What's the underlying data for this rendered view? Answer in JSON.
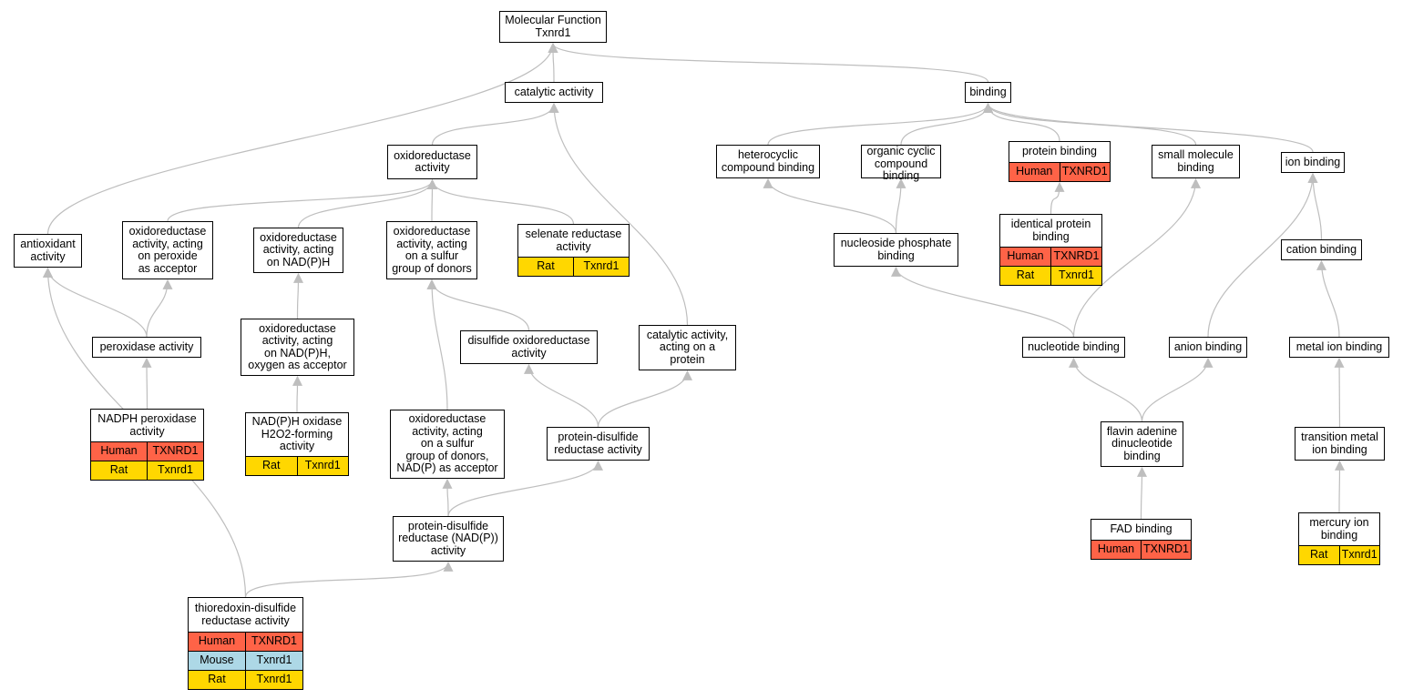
{
  "colors": {
    "Human": "#FF6347",
    "Mouse": "#ADD8E6",
    "Rat": "#FFD700",
    "edge": "#BEBEBE"
  },
  "nodes": [
    {
      "id": "mf",
      "label": "Molecular Function\nTxnrd1",
      "rows": []
    },
    {
      "id": "catalytic",
      "label": "catalytic activity",
      "rows": []
    },
    {
      "id": "binding",
      "label": "binding",
      "rows": []
    },
    {
      "id": "oxidoreductase",
      "label": "oxidoreductase\nactivity",
      "rows": []
    },
    {
      "id": "antioxidant",
      "label": "antioxidant\nactivity",
      "rows": []
    },
    {
      "id": "oxperoxide",
      "label": "oxidoreductase\nactivity, acting\non peroxide\nas acceptor",
      "rows": []
    },
    {
      "id": "oxnadph",
      "label": "oxidoreductase\nactivity, acting\non NAD(P)H",
      "rows": []
    },
    {
      "id": "oxsulfur",
      "label": "oxidoreductase\nactivity, acting\non a sulfur\ngroup of donors",
      "rows": []
    },
    {
      "id": "selenate",
      "label": "selenate reductase\nactivity",
      "rows": [
        [
          "Rat",
          "Txnrd1"
        ]
      ]
    },
    {
      "id": "peroxidase",
      "label": "peroxidase activity",
      "rows": []
    },
    {
      "id": "oxnadphoxy",
      "label": "oxidoreductase\nactivity, acting\non NAD(P)H,\noxygen as acceptor",
      "rows": []
    },
    {
      "id": "disulfideox",
      "label": "disulfide oxidoreductase\nactivity",
      "rows": []
    },
    {
      "id": "catprotein",
      "label": "catalytic activity,\nacting on a\nprotein",
      "rows": []
    },
    {
      "id": "nadphperox",
      "label": "NADPH peroxidase\nactivity",
      "rows": [
        [
          "Human",
          "TXNRD1"
        ],
        [
          "Rat",
          "Txnrd1"
        ]
      ]
    },
    {
      "id": "nadphoxidase",
      "label": "NAD(P)H oxidase\nH2O2-forming\nactivity",
      "rows": [
        [
          "Rat",
          "Txnrd1"
        ]
      ]
    },
    {
      "id": "oxsulfurnadp",
      "label": "oxidoreductase\nactivity, acting\non a sulfur\ngroup of donors,\nNAD(P) as acceptor",
      "rows": []
    },
    {
      "id": "pdisulfide",
      "label": "protein-disulfide\nreductase activity",
      "rows": []
    },
    {
      "id": "pdisulfidenadp",
      "label": "protein-disulfide\nreductase (NAD(P))\nactivity",
      "rows": []
    },
    {
      "id": "thioredoxin",
      "label": "thioredoxin-disulfide\nreductase activity",
      "rows": [
        [
          "Human",
          "TXNRD1"
        ],
        [
          "Mouse",
          "Txnrd1"
        ],
        [
          "Rat",
          "Txnrd1"
        ]
      ]
    },
    {
      "id": "heterocyclic",
      "label": "heterocyclic\ncompound binding",
      "rows": []
    },
    {
      "id": "organiccyclic",
      "label": "organic cyclic\ncompound binding",
      "rows": []
    },
    {
      "id": "proteinbinding",
      "label": "protein binding",
      "rows": [
        [
          "Human",
          "TXNRD1"
        ]
      ]
    },
    {
      "id": "smallmolecule",
      "label": "small molecule\nbinding",
      "rows": []
    },
    {
      "id": "ionbinding",
      "label": "ion binding",
      "rows": []
    },
    {
      "id": "identicalprotein",
      "label": "identical protein\nbinding",
      "rows": [
        [
          "Human",
          "TXNRD1"
        ],
        [
          "Rat",
          "Txnrd1"
        ]
      ]
    },
    {
      "id": "nucleosidephos",
      "label": "nucleoside phosphate\nbinding",
      "rows": []
    },
    {
      "id": "cationbinding",
      "label": "cation binding",
      "rows": []
    },
    {
      "id": "nucleotidebinding",
      "label": "nucleotide binding",
      "rows": []
    },
    {
      "id": "anionbinding",
      "label": "anion binding",
      "rows": []
    },
    {
      "id": "metalion",
      "label": "metal ion binding",
      "rows": []
    },
    {
      "id": "flavin",
      "label": "flavin adenine\ndinucleotide\nbinding",
      "rows": []
    },
    {
      "id": "transitionmetal",
      "label": "transition metal\nion binding",
      "rows": []
    },
    {
      "id": "fadbinding",
      "label": "FAD binding",
      "rows": [
        [
          "Human",
          "TXNRD1"
        ]
      ]
    },
    {
      "id": "mercury",
      "label": "mercury ion\nbinding",
      "rows": [
        [
          "Rat",
          "Txnrd1"
        ]
      ]
    }
  ],
  "edges": [
    [
      "catalytic",
      "mf"
    ],
    [
      "binding",
      "mf"
    ],
    [
      "antioxidant",
      "mf"
    ],
    [
      "oxidoreductase",
      "catalytic"
    ],
    [
      "catprotein",
      "catalytic"
    ],
    [
      "oxperoxide",
      "oxidoreductase"
    ],
    [
      "oxnadph",
      "oxidoreductase"
    ],
    [
      "oxsulfur",
      "oxidoreductase"
    ],
    [
      "selenate",
      "oxidoreductase"
    ],
    [
      "peroxidase",
      "antioxidant"
    ],
    [
      "peroxidase",
      "oxperoxide"
    ],
    [
      "nadphperox",
      "peroxidase"
    ],
    [
      "oxnadphoxy",
      "oxnadph"
    ],
    [
      "nadphoxidase",
      "oxnadphoxy"
    ],
    [
      "disulfideox",
      "oxsulfur"
    ],
    [
      "oxsulfurnadp",
      "oxsulfur"
    ],
    [
      "pdisulfide",
      "disulfideox"
    ],
    [
      "pdisulfide",
      "catprotein"
    ],
    [
      "pdisulfidenadp",
      "oxsulfurnadp"
    ],
    [
      "pdisulfidenadp",
      "pdisulfide"
    ],
    [
      "thioredoxin",
      "pdisulfidenadp"
    ],
    [
      "thioredoxin",
      "antioxidant"
    ],
    [
      "heterocyclic",
      "binding"
    ],
    [
      "organiccyclic",
      "binding"
    ],
    [
      "proteinbinding",
      "binding"
    ],
    [
      "smallmolecule",
      "binding"
    ],
    [
      "ionbinding",
      "binding"
    ],
    [
      "identicalprotein",
      "proteinbinding"
    ],
    [
      "nucleosidephos",
      "heterocyclic"
    ],
    [
      "nucleosidephos",
      "organiccyclic"
    ],
    [
      "nucleotidebinding",
      "nucleosidephos"
    ],
    [
      "nucleotidebinding",
      "smallmolecule"
    ],
    [
      "anionbinding",
      "ionbinding"
    ],
    [
      "cationbinding",
      "ionbinding"
    ],
    [
      "metalion",
      "cationbinding"
    ],
    [
      "flavin",
      "nucleotidebinding"
    ],
    [
      "flavin",
      "anionbinding"
    ],
    [
      "fadbinding",
      "flavin"
    ],
    [
      "transitionmetal",
      "metalion"
    ],
    [
      "mercury",
      "transitionmetal"
    ]
  ]
}
